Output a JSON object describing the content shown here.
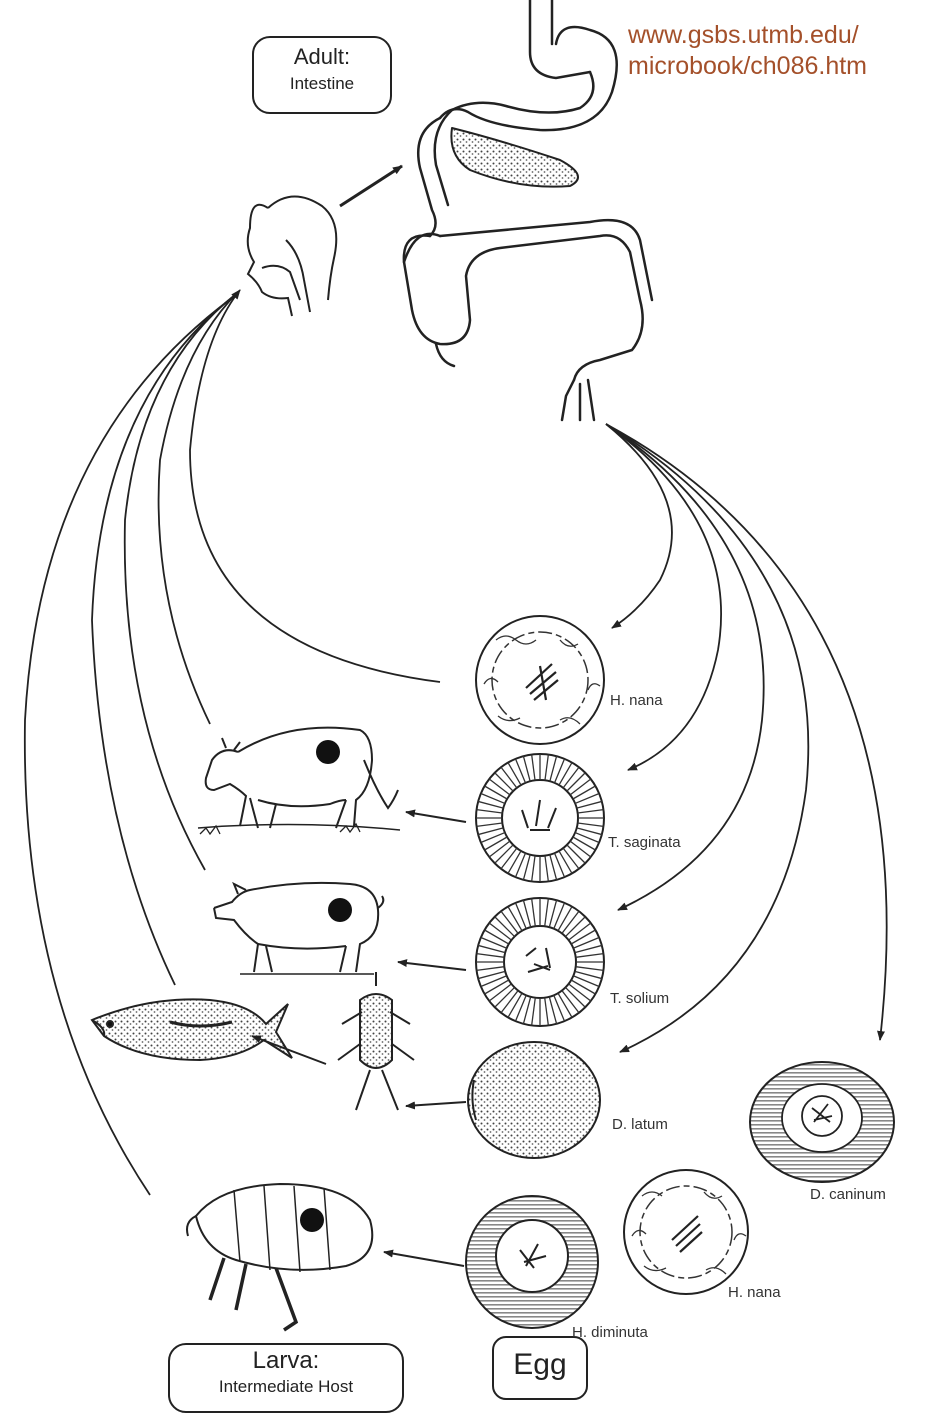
{
  "source_url": "www.gsbs.utmb.edu/\nmicrobook/ch086.htm",
  "stages": {
    "adult": {
      "title": "Adult:",
      "subtitle": "Intestine"
    },
    "larva": {
      "title": "Larva:",
      "subtitle": "Intermediate Host"
    },
    "egg": {
      "title": "Egg"
    }
  },
  "eggs": [
    {
      "label": "H. nana",
      "pattern": "filaments"
    },
    {
      "label": "T. saginata",
      "pattern": "striated"
    },
    {
      "label": "T. solium",
      "pattern": "striated"
    },
    {
      "label": "D. latum",
      "pattern": "stippled"
    },
    {
      "label": "H. diminuta",
      "pattern": "banded"
    },
    {
      "label": "H. nana",
      "pattern": "filaments"
    },
    {
      "label": "D. caninum",
      "pattern": "banded"
    }
  ],
  "hosts": [
    "cow-illustration",
    "pig-illustration",
    "fish-illustration",
    "copepod-illustration",
    "flea-illustration",
    "human-head-illustration"
  ],
  "colors": {
    "ink": "#222222",
    "source_text": "#a4502a",
    "background": "#ffffff"
  }
}
